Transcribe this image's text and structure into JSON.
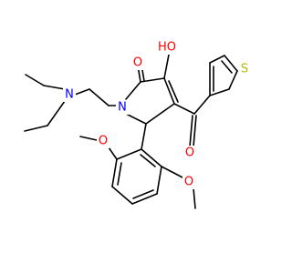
{
  "labels": {
    "ring_N": "N",
    "amine_N": "N",
    "carbonyl_O": "O",
    "hydroxyl": "HO",
    "ketone_O": "O",
    "thiophene_S": "S",
    "methoxy_O_top": "O",
    "methoxy_O_right": "O"
  },
  "colors": {
    "N": "#0000FF",
    "O": "#FF0000",
    "S": "#B8B800",
    "bond": "#000000"
  }
}
